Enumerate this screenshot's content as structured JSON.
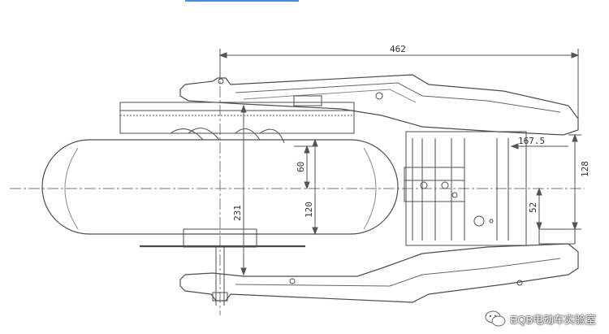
{
  "dimensions": {
    "overall_length": "462",
    "offset_167": "167.5",
    "height_128": "128",
    "height_52": "52",
    "height_231": "231",
    "inner_60": "60",
    "inner_120": "120"
  },
  "watermark": {
    "icon": "wechat-icon",
    "text": "EQB电动车实验室"
  },
  "colors": {
    "line": "#4d4d4d",
    "accent_bar": "#4a90d9"
  }
}
